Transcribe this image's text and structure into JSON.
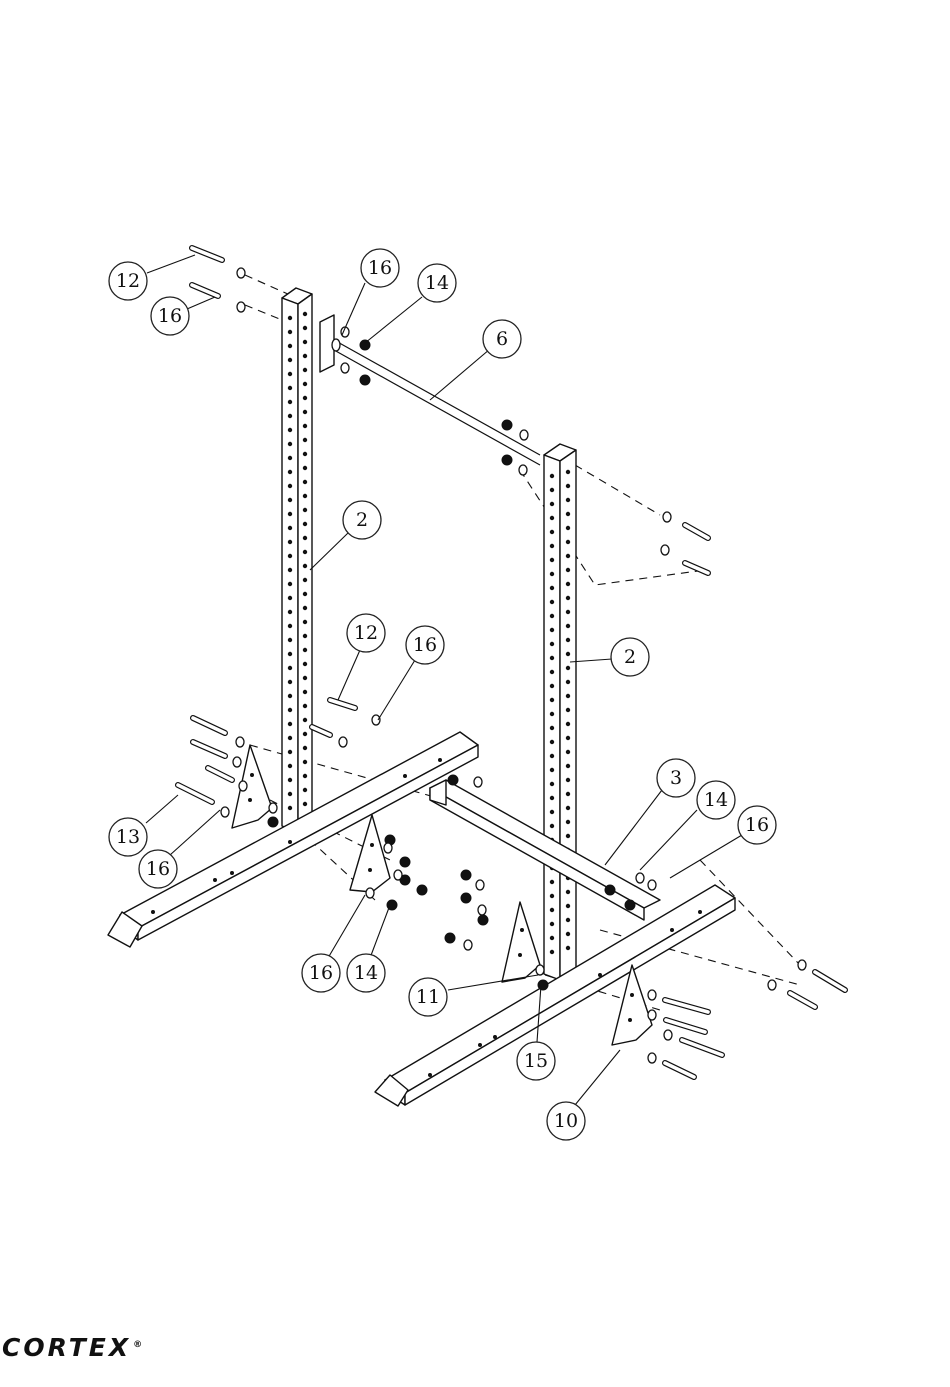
{
  "brand": {
    "name": "CORTEX",
    "registered_mark": "®"
  },
  "callouts": [
    {
      "id": "c-12-top",
      "label": "12"
    },
    {
      "id": "c-16-top-left",
      "label": "16"
    },
    {
      "id": "c-16-top-mid",
      "label": "16"
    },
    {
      "id": "c-14-top",
      "label": "14"
    },
    {
      "id": "c-6",
      "label": "6"
    },
    {
      "id": "c-2-left",
      "label": "2"
    },
    {
      "id": "c-2-right",
      "label": "2"
    },
    {
      "id": "c-12-mid",
      "label": "12"
    },
    {
      "id": "c-16-mid",
      "label": "16"
    },
    {
      "id": "c-3",
      "label": "3"
    },
    {
      "id": "c-14-right",
      "label": "14"
    },
    {
      "id": "c-16-right",
      "label": "16"
    },
    {
      "id": "c-13",
      "label": "13"
    },
    {
      "id": "c-16-left-low",
      "label": "16"
    },
    {
      "id": "c-16-bottom",
      "label": "16"
    },
    {
      "id": "c-14-bottom",
      "label": "14"
    },
    {
      "id": "c-11",
      "label": "11"
    },
    {
      "id": "c-15",
      "label": "15"
    },
    {
      "id": "c-10",
      "label": "10"
    }
  ]
}
